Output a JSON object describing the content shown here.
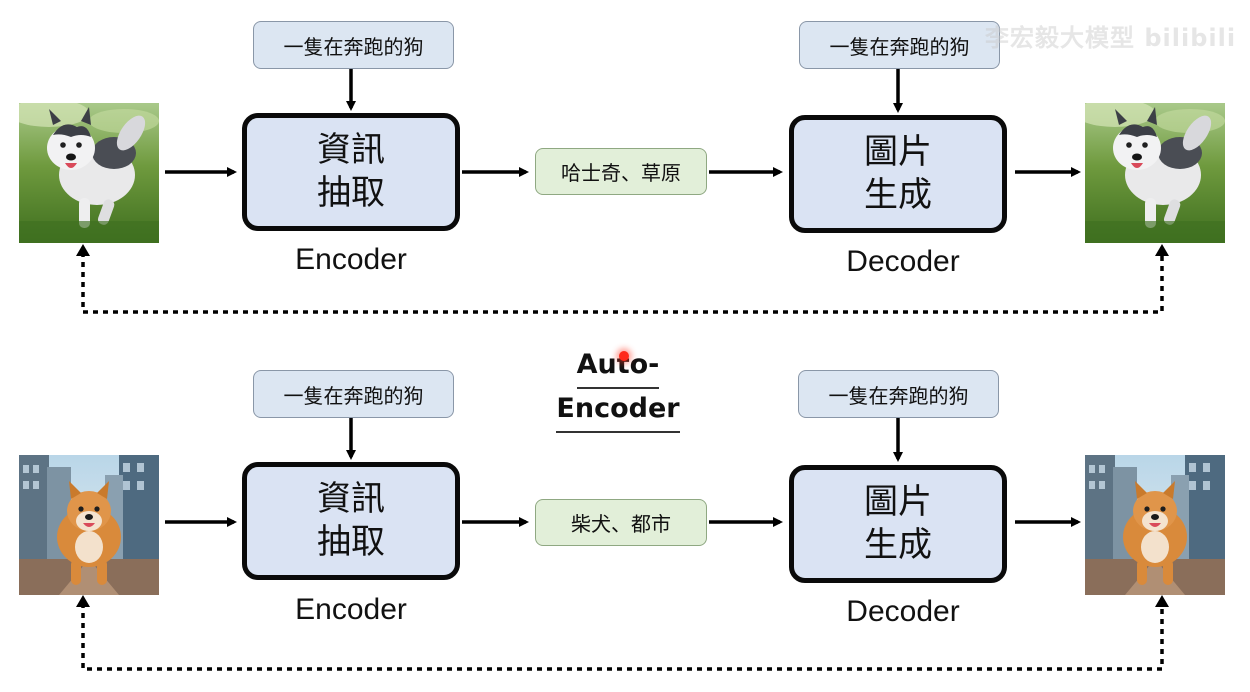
{
  "row1": {
    "encoder_prompt": "一隻在奔跑的狗",
    "encoder_line1": "資訊",
    "encoder_line2": "抽取",
    "encoder_caption": "Encoder",
    "latent": "哈士奇、草原",
    "decoder_prompt": "一隻在奔跑的狗",
    "decoder_line1": "圖片",
    "decoder_line2": "生成",
    "decoder_caption": "Decoder",
    "input_image": "husky-on-grass-image",
    "output_image": "husky-on-grass-image"
  },
  "row2": {
    "encoder_prompt": "一隻在奔跑的狗",
    "encoder_line1": "資訊",
    "encoder_line2": "抽取",
    "encoder_caption": "Encoder",
    "latent": "柴犬、都市",
    "decoder_prompt": "一隻在奔跑的狗",
    "decoder_line1": "圖片",
    "decoder_line2": "生成",
    "decoder_caption": "Decoder",
    "input_image": "shiba-in-city-image",
    "output_image": "shiba-in-city-image"
  },
  "title": {
    "line1": "Auto-",
    "line2": "Encoder"
  },
  "watermark": "李宏毅大模型 bilibili",
  "colors": {
    "prompt_fill": "#dce6f2",
    "module_fill": "#dae3f3",
    "latent_fill": "#e2efd9",
    "laser_pointer": "#ff2a1a"
  }
}
